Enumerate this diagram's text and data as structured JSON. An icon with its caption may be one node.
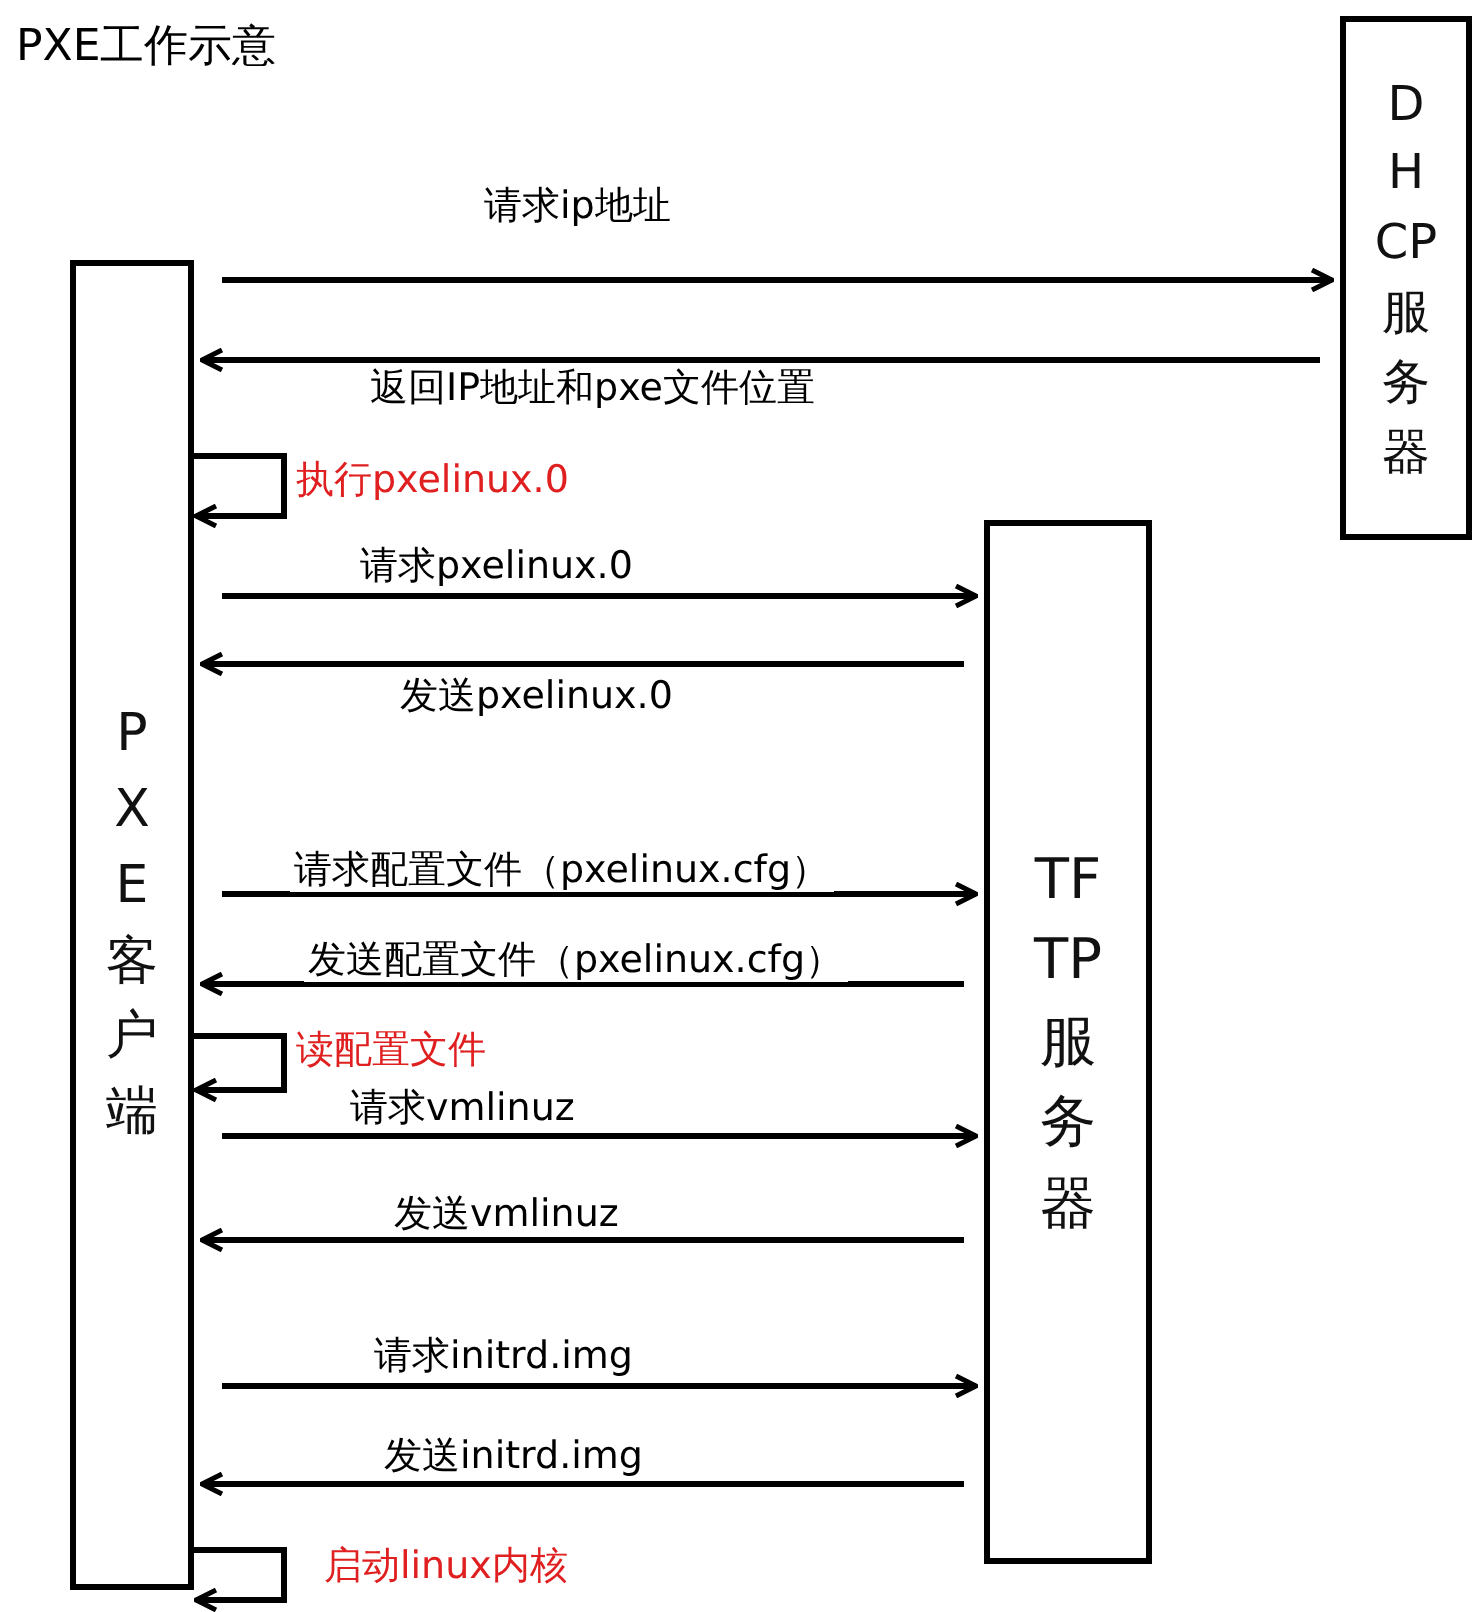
{
  "diagram": {
    "title": "PXE工作示意",
    "nodes": [
      {
        "text": [
          "PXE客户端"
        ]
      },
      {
        "text": [
          "DHCP服务器"
        ]
      },
      {
        "text": [
          "TFTP服务器"
        ]
      }
    ],
    "edges": [
      {
        "from": 0,
        "to": 1,
        "arrow": "to",
        "label": "请求ip地址"
      },
      {
        "from": 1,
        "to": 0,
        "arrow": "to",
        "label": "返回IP地址和pxe文件位置"
      },
      {
        "from": 0,
        "to": 0,
        "arrow": "to",
        "label": "执行pxelinux.0"
      },
      {
        "from": 0,
        "to": 2,
        "arrow": "to",
        "label": "请求pxelinux.0"
      },
      {
        "from": 2,
        "to": 0,
        "arrow": "to",
        "label": "发送pxelinux.0"
      },
      {
        "from": 0,
        "to": 2,
        "arrow": "to",
        "label": "请求配置文件（pxelinux.cfg）"
      },
      {
        "from": 2,
        "to": 0,
        "arrow": "to",
        "label": "发送配置文件（pxelinux.cfg）"
      },
      {
        "from": 0,
        "to": 0,
        "arrow": "to",
        "label": "读配置文件"
      },
      {
        "from": 0,
        "to": 2,
        "arrow": "to",
        "label": "请求vmlinuz"
      },
      {
        "from": 2,
        "to": 0,
        "arrow": "to",
        "label": "发送vmlinuz"
      },
      {
        "from": 0,
        "to": 2,
        "arrow": "to",
        "label": "请求initrd.img"
      },
      {
        "from": 2,
        "to": 0,
        "arrow": "to",
        "label": "发送initrd.img"
      },
      {
        "from": 0,
        "to": 0,
        "arrow": "to",
        "label": "启动linux内核"
      }
    ]
  }
}
